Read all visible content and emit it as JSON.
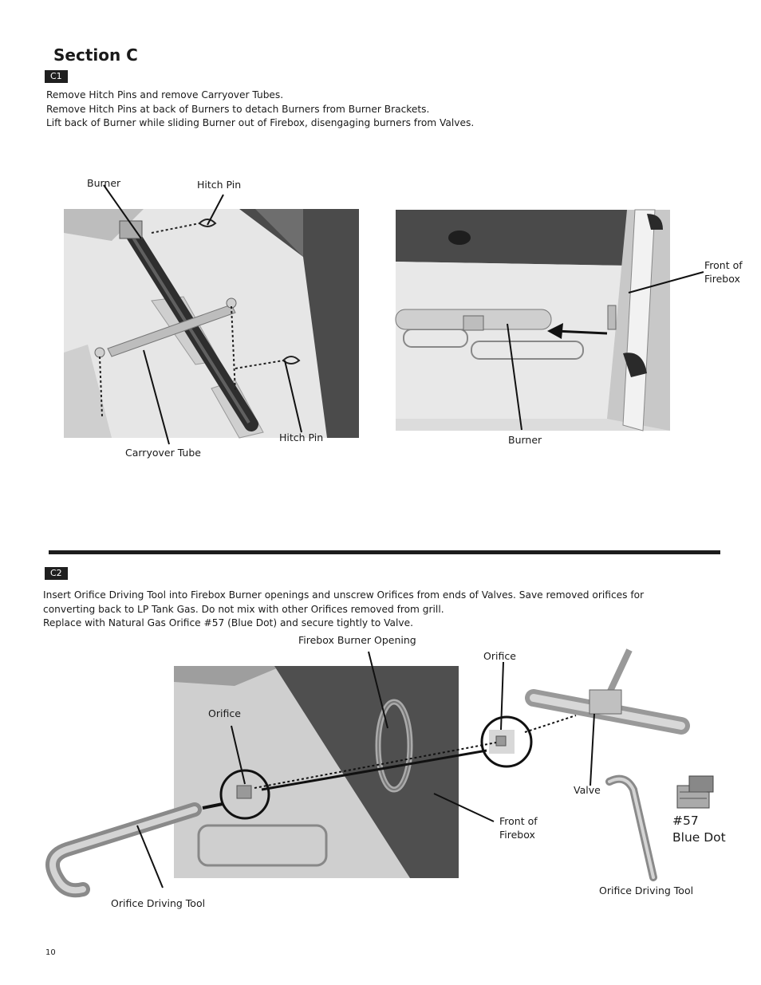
{
  "section": {
    "title": "Section C"
  },
  "c1": {
    "badge": "C1",
    "lines": [
      "Remove Hitch Pins and remove Carryover Tubes.",
      "Remove Hitch Pins at back of Burners to detach Burners from Burner Brackets.",
      "Lift back of Burner while sliding Burner out of Firebox, disengaging burners from Valves."
    ],
    "fig_left": {
      "labels": {
        "burner": "Burner",
        "hitch_pin_top": "Hitch Pin",
        "hitch_pin_bottom": "Hitch Pin",
        "carryover_tube": "Carryover Tube"
      }
    },
    "fig_right": {
      "labels": {
        "front_of_firebox": [
          "Front of",
          "Firebox"
        ],
        "burner": "Burner"
      }
    }
  },
  "c2": {
    "badge": "C2",
    "lines": [
      "Insert Orifice Driving Tool into Firebox Burner openings and unscrew Orifices from ends of Valves.  Save removed orifices for",
      "converting back to LP Tank Gas.  Do not mix with other Orifices removed from grill.",
      "Replace with Natural Gas Orifice #57 (Blue Dot) and secure tightly to Valve."
    ],
    "labels": {
      "firebox_burner_opening": "Firebox Burner Opening",
      "orifice_left": "Orifice",
      "orifice_right": "Orifice",
      "valve": "Valve",
      "front_of_firebox": [
        "Front of",
        "Firebox"
      ],
      "orifice_driving_tool_left": "Orifice Driving Tool",
      "orifice_driving_tool_right": "Orifice Driving Tool",
      "orifice_number": "#57",
      "blue_dot": "Blue Dot"
    }
  },
  "page_number": "10"
}
